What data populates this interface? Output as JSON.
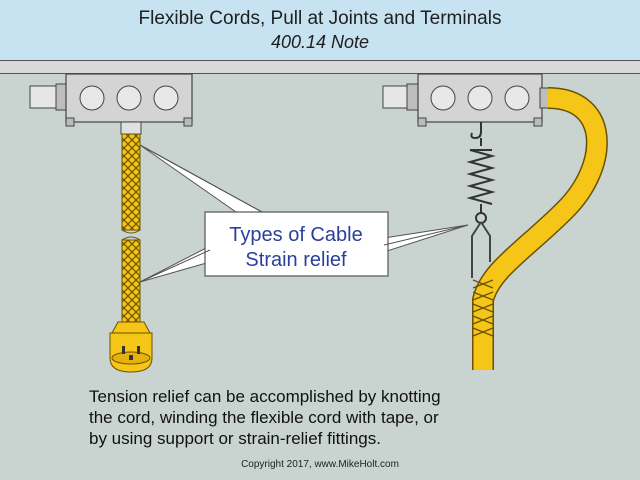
{
  "header": {
    "title": "Flexible Cords, Pull at Joints and Terminals",
    "subtitle": "400.14 Note"
  },
  "callout": {
    "line1": "Types of Cable",
    "line2": "Strain relief"
  },
  "body": {
    "line1": "Tension relief can be accomplished by knotting",
    "line2": "the cord, winding the flexible cord with tape, or",
    "line3": "by using support or strain-relief fittings."
  },
  "footer": {
    "copyright": "Copyright 2017, www.MikeHolt.com"
  },
  "colors": {
    "cord": "#f5c518",
    "cord_outline": "#8a6b00",
    "box": "#d4d4d4",
    "callout_text": "#2a3f9a",
    "header_bg": "#c7e2f0",
    "background": "#c9d3cf"
  }
}
